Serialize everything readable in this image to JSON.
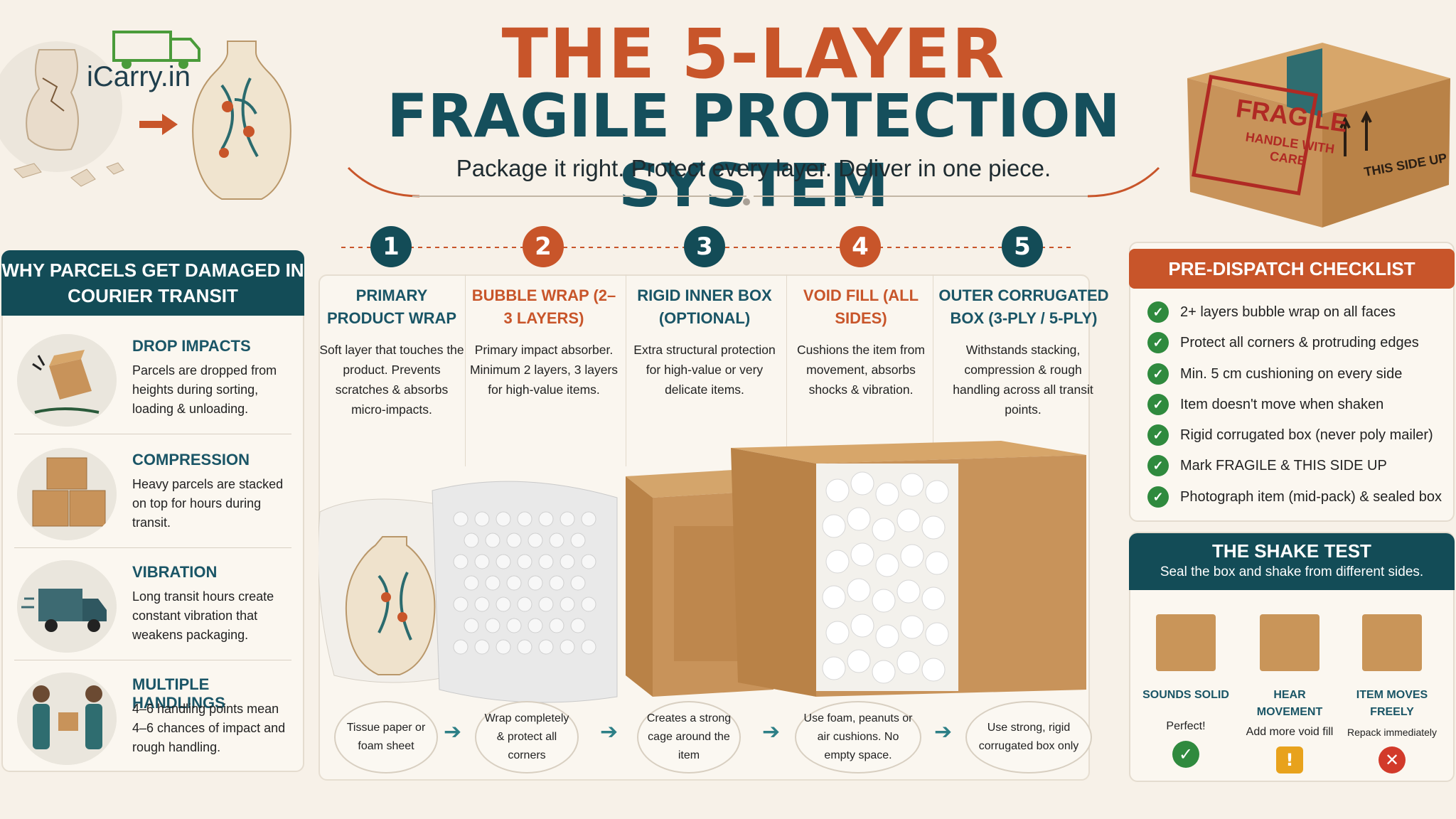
{
  "header": {
    "logo": "iCarry.in",
    "title_line1": "THE 5-LAYER",
    "title_line2": "FRAGILE PROTECTION SYSTEM",
    "tagline": "Package it right. Protect every layer. Deliver in one piece."
  },
  "box_art": {
    "fragile": "FRAGILE",
    "handle": "HANDLE WITH CARE",
    "this_side_up": "THIS SIDE UP"
  },
  "damage_causes": {
    "title": "WHY PARCELS GET DAMAGED IN COURIER TRANSIT",
    "items": [
      {
        "title": "DROP IMPACTS",
        "desc": "Parcels are dropped from heights during sorting, loading & unloading.",
        "icon": "falling-box-icon"
      },
      {
        "title": "COMPRESSION",
        "desc": "Heavy parcels are stacked on top for hours during transit.",
        "icon": "stacked-boxes-icon"
      },
      {
        "title": "VIBRATION",
        "desc": "Long transit hours create constant vibration that weakens packaging.",
        "icon": "delivery-truck-icon"
      },
      {
        "title": "MULTIPLE HANDLINGS",
        "desc": "4–6 handling points mean 4–6 chances of impact and rough handling.",
        "icon": "handover-icon"
      }
    ]
  },
  "layers": [
    {
      "number": "1",
      "title": "PRIMARY PRODUCT WRAP",
      "desc": "Soft layer that touches the product. Prevents scratches & absorbs micro-impacts.",
      "tip": "Tissue paper or foam sheet"
    },
    {
      "number": "2",
      "title": "BUBBLE WRAP (2–3 LAYERS)",
      "desc": "Primary impact absorber. Minimum 2 layers, 3 layers for high-value items.",
      "tip": "Wrap completely & protect all corners"
    },
    {
      "number": "3",
      "title": "RIGID INNER BOX (OPTIONAL)",
      "desc": "Extra structural protection for high-value or very delicate items.",
      "tip": "Creates a strong cage around the item"
    },
    {
      "number": "4",
      "title": "VOID FILL (ALL SIDES)",
      "desc": "Cushions the item from movement, absorbs shocks & vibration.",
      "tip": "Use foam, peanuts or air cushions. No empty space."
    },
    {
      "number": "5",
      "title": "OUTER CORRUGATED BOX (3-PLY / 5-PLY)",
      "desc": "Withstands stacking, compression & rough handling across all transit points.",
      "tip": "Use strong, rigid corrugated box only"
    }
  ],
  "colors": {
    "teal": "#134c57",
    "orange": "#c8552a",
    "green": "#2f8a3e",
    "amber": "#e8a21c",
    "red": "#d23a2a"
  },
  "checklist": {
    "title": "PRE-DISPATCH CHECKLIST",
    "items": [
      "2+ layers bubble wrap on all faces",
      "Protect all corners & protruding edges",
      "Min. 5 cm cushioning on every side",
      "Item doesn't move when shaken",
      "Rigid corrugated box (never poly mailer)",
      "Mark FRAGILE & THIS SIDE UP",
      "Photograph item (mid-pack) & sealed box"
    ]
  },
  "shake_test": {
    "title": "THE SHAKE TEST",
    "subtitle": "Seal the box and shake from different sides.",
    "results": [
      {
        "label": "SOUNDS SOLID",
        "result": "Perfect!",
        "icon": "check-icon"
      },
      {
        "label": "HEAR MOVEMENT",
        "result": "Add more void fill",
        "icon": "warning-icon"
      },
      {
        "label": "ITEM MOVES FREELY",
        "result": "Repack immediately",
        "icon": "cross-icon"
      }
    ]
  }
}
